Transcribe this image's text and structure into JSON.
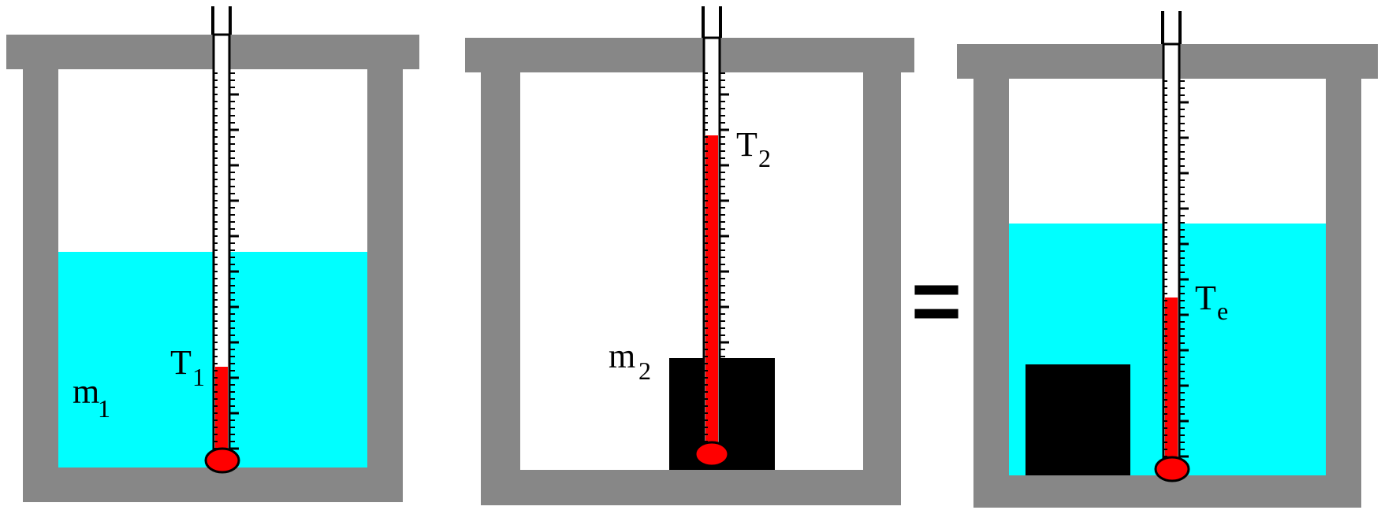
{
  "colors": {
    "wall": "#878787",
    "water": "#00ffff",
    "mercury": "#ff0000",
    "block": "#000000",
    "background": "#ffffff"
  },
  "panels": [
    {
      "thermometer_label": {
        "main": "T",
        "sub": "1"
      },
      "mass_label": {
        "main": "m",
        "sub": "1"
      },
      "has_water": true,
      "has_block": false,
      "mercury_level_fraction": 0.19
    },
    {
      "thermometer_label": {
        "main": "T",
        "sub": "2"
      },
      "mass_label": {
        "main": "m",
        "sub": "2"
      },
      "has_water": false,
      "has_block": true,
      "mercury_level_fraction": 0.7
    },
    {
      "thermometer_label": {
        "main": "T",
        "sub": "e"
      },
      "has_water": true,
      "has_block": true,
      "mercury_level_fraction": 0.38
    }
  ],
  "equals_sign": "="
}
